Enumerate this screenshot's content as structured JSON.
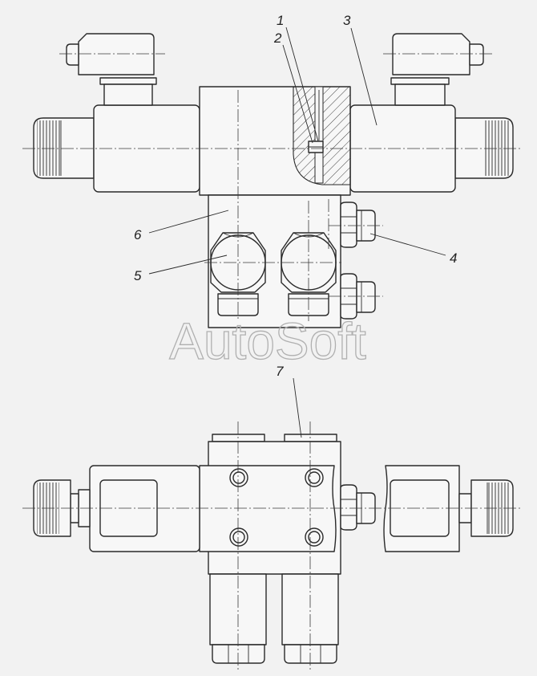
{
  "callouts": {
    "c1": "1",
    "c2": "2",
    "c3": "3",
    "c4": "4",
    "c5": "5",
    "c6": "6",
    "c7": "7"
  },
  "watermark": "AutoSoft",
  "colors": {
    "background": "#f2f2f2",
    "line": "#2a2a2a",
    "watermark": "#b0b0b0"
  }
}
